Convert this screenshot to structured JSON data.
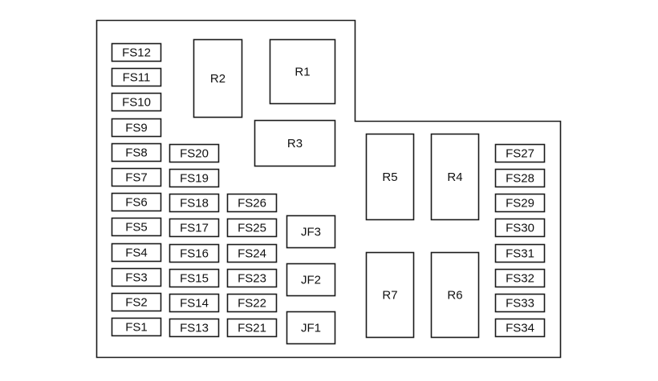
{
  "title": "Fuse box layout",
  "colors": {
    "line": "#1a1a1a",
    "background": "#ffffff",
    "text": "#111111"
  },
  "fuse_columns": [
    [
      "FS12",
      "FS11",
      "FS10",
      "FS9",
      "FS8",
      "FS7",
      "FS6",
      "FS5",
      "FS4",
      "FS3",
      "FS2",
      "FS1"
    ],
    [
      "FS20",
      "FS19",
      "FS18",
      "FS17",
      "FS16",
      "FS15",
      "FS14",
      "FS13"
    ],
    [
      "FS26",
      "FS25",
      "FS24",
      "FS23",
      "FS22",
      "FS21"
    ],
    [
      "FS27",
      "FS28",
      "FS29",
      "FS30",
      "FS31",
      "FS32",
      "FS33",
      "FS34"
    ]
  ],
  "relays": [
    "R1",
    "R2",
    "R3",
    "R4",
    "R5",
    "R6",
    "R7"
  ],
  "junction_fuses": [
    "JF3",
    "JF2",
    "JF1"
  ]
}
